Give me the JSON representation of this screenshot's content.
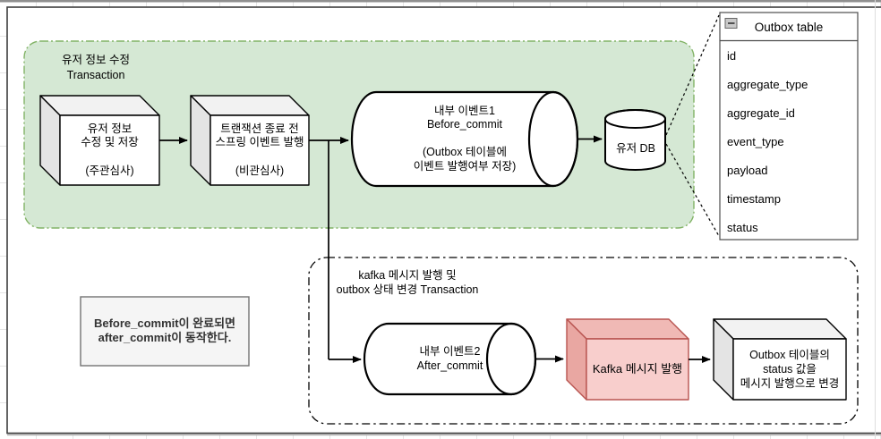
{
  "colors": {
    "green_fill": "#d5e8d4",
    "green_stroke": "#82b366",
    "red_front": "#f8cecc",
    "red_top": "#f0b9b5",
    "red_left": "#e9a7a2",
    "red_stroke": "#b85450",
    "gray_top": "#f2f2f2",
    "gray_left": "#e4e4e4",
    "note_fill": "#f5f5f5",
    "note_stroke": "#737373"
  },
  "diagram": {
    "transaction1_label": "유저 정보 수정\nTransaction",
    "cube_user_update_label": "유저 정보\n수정 및 저장\n\n(주관심사)",
    "cube_spring_event_label": "트랜잭션 종료 전\n스프링 이벤트 발행\n\n(비관심사)",
    "cylinder_before_commit_label": "내부 이벤트1\nBefore_commit\n\n(Outbox 테이블에\n이벤트 발행여부 저장)",
    "db_label": "유저 DB",
    "outbox_table": {
      "title": "Outbox table",
      "fields": [
        "id",
        "aggregate_type",
        "aggregate_id",
        "event_type",
        "payload",
        "timestamp",
        "status"
      ]
    },
    "transaction2_label": "kafka 메시지 발행 및\noutbox 상태 변경 Transaction",
    "cylinder_after_commit_label": "내부 이벤트2\nAfter_commit",
    "cube_kafka_label": "Kafka 메시지 발행",
    "cube_outbox_update_label": "Outbox 테이블의\nstatus 값을\n메시지 발행으로 변경",
    "note_label": "Before_commit이 완료되면\nafter_commit이 동작한다."
  }
}
